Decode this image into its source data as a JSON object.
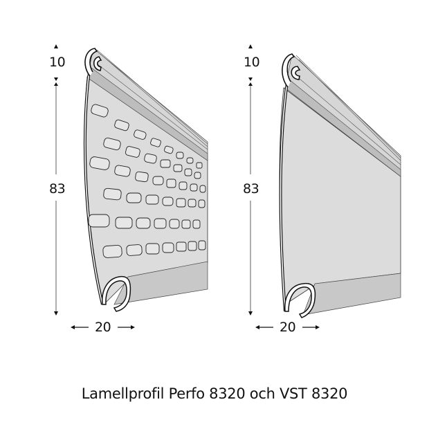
{
  "caption": "Lamellprofil Perfo 8320 och VST 8320",
  "colors": {
    "background": "#ffffff",
    "face": "#dcdcdc",
    "face_shadow": "#c8c8c8",
    "rail": "#d2d2d2",
    "outline": "#111111",
    "dimension_line": "#777777"
  },
  "profiles": [
    {
      "name": "Perfo 8320",
      "type": "perforated",
      "dimensions": {
        "hook_height": "10",
        "body_height": "83",
        "depth": "20"
      }
    },
    {
      "name": "VST 8320",
      "type": "solid",
      "dimensions": {
        "hook_height": "10",
        "body_height": "83",
        "depth": "20"
      }
    }
  ]
}
